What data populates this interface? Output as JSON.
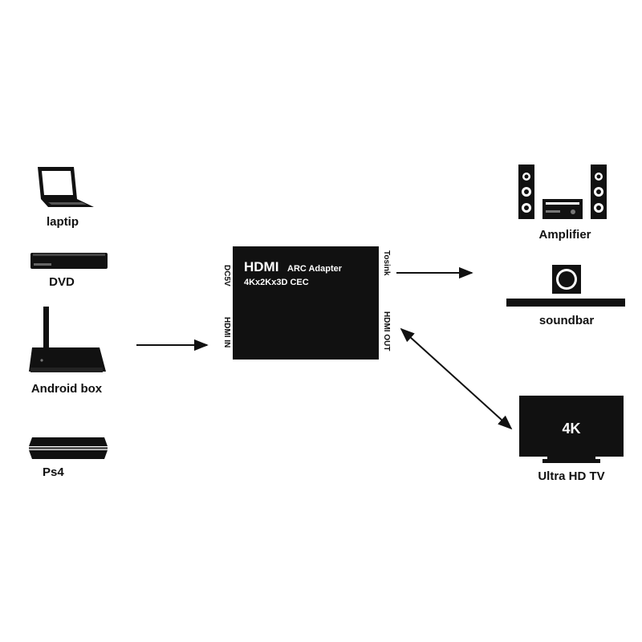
{
  "sources": [
    {
      "id": "laptop",
      "label": "laptip",
      "icon": "laptop-icon"
    },
    {
      "id": "dvd",
      "label": "DVD",
      "icon": "dvd-player-icon"
    },
    {
      "id": "android",
      "label": "Android box",
      "icon": "android-box-icon"
    },
    {
      "id": "ps4",
      "label": "Ps4",
      "icon": "game-console-icon"
    }
  ],
  "adapter": {
    "title": "HDMI",
    "subtitle": "ARC Adapter",
    "spec": "4Kx2Kx3D CEC",
    "ports": {
      "dc": "DC5V",
      "hdmi_in": "HDMI IN",
      "tosink": "Tosink",
      "hdmi_out": "HDMI OUT"
    }
  },
  "outputs": [
    {
      "id": "amplifier",
      "label": "Amplifier",
      "icon": "amplifier-speakers-icon"
    },
    {
      "id": "soundbar",
      "label": "soundbar",
      "icon": "soundbar-icon"
    },
    {
      "id": "tv",
      "label": "Ultra HD TV",
      "icon": "tv-icon",
      "screen_text": "4K"
    }
  ],
  "colors": {
    "device": "#111111",
    "background": "#ffffff"
  }
}
